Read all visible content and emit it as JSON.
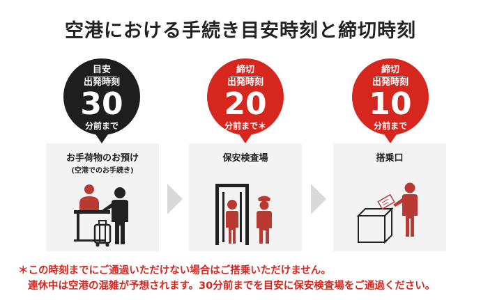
{
  "title": "空港における手続き目安時刻と締切時刻",
  "colors": {
    "red": "#d7261e",
    "dark": "#1e1e1e",
    "figure": "#b83a33",
    "card": "#f3f3f3"
  },
  "steps": [
    {
      "badge_label": "目安",
      "departure": "出発時刻",
      "minutes": "30",
      "unit": "分前まで",
      "color": "dark",
      "card_title": "お手荷物のお預け",
      "card_sub": "(空港でのお手続き)"
    },
    {
      "badge_label": "締切",
      "departure": "出発時刻",
      "minutes": "20",
      "unit": "分前まで＊",
      "color": "red",
      "card_title": "保安検査場",
      "card_sub": ""
    },
    {
      "badge_label": "締切",
      "departure": "出発時刻",
      "minutes": "10",
      "unit": "分前まで",
      "color": "red",
      "card_title": "搭乗口",
      "card_sub": ""
    }
  ],
  "notes": {
    "line1": "＊この時刻までにご通過いただけない場合はご搭乗いただけません。",
    "line2": "連休中は空港の混雑が予想されます。30分前までを目安に保安検査場をご通過ください。"
  }
}
